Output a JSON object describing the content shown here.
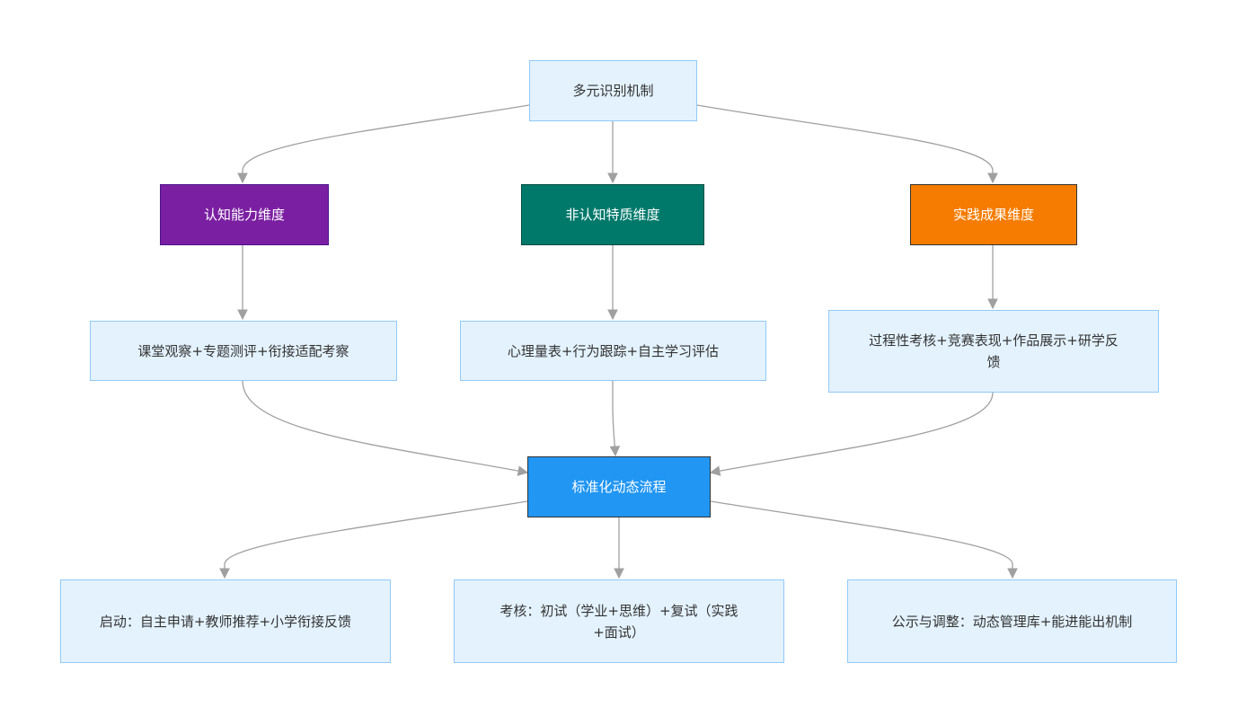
{
  "nodes": {
    "root": "多元识别机制",
    "dim_cognitive": "认知能力维度",
    "dim_noncognitive": "非认知特质维度",
    "dim_practice": "实践成果维度",
    "method_cognitive": "课堂观察+专题测评+衔接适配考察",
    "method_noncognitive": "心理量表+行为跟踪+自主学习评估",
    "method_practice": "过程性考核+竞赛表现+作品展示+研学反馈",
    "process": "标准化动态流程",
    "step_start": "启动：自主申请+教师推荐+小学衔接反馈",
    "step_assess": "考核：初试（学业+思维）+复试（实践+面试）",
    "step_publicize": "公示与调整：动态管理库+能进能出机制"
  },
  "colors": {
    "light_fill": "#e3f2fd",
    "light_border": "#90caf9",
    "cognitive": "#7b1fa2",
    "noncognitive": "#00796b",
    "practice": "#f57c00",
    "process": "#2196f3",
    "edge": "#a0a0a0"
  }
}
